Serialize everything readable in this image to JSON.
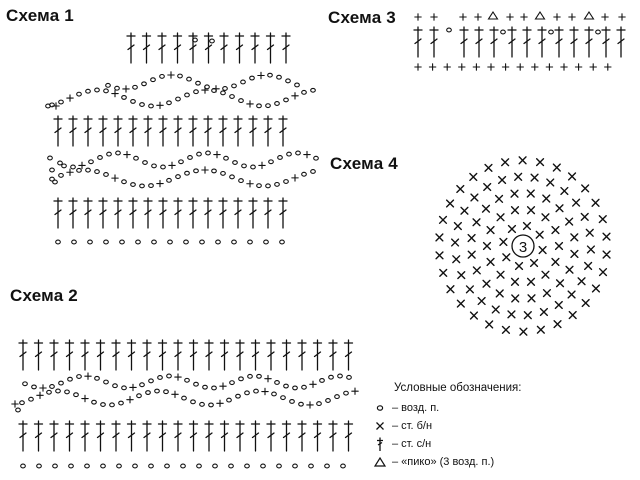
{
  "schemes": [
    {
      "id": "s1",
      "title": "Схема 1"
    },
    {
      "id": "s2",
      "title": "Схема 2"
    },
    {
      "id": "s3",
      "title": "Схема 3"
    },
    {
      "id": "s4",
      "title": "Схема 4",
      "center_label": "3"
    }
  ],
  "legend": {
    "title": "Условные обозначения:",
    "items": [
      {
        "symbol": "chain-icon",
        "label": "– возд. п."
      },
      {
        "symbol": "single-crochet-icon",
        "label": "– ст. б/н"
      },
      {
        "symbol": "double-crochet-icon",
        "label": "– ст. с/н"
      },
      {
        "symbol": "picot-icon",
        "label": "– «пико» (3 возд. п.)"
      }
    ]
  }
}
